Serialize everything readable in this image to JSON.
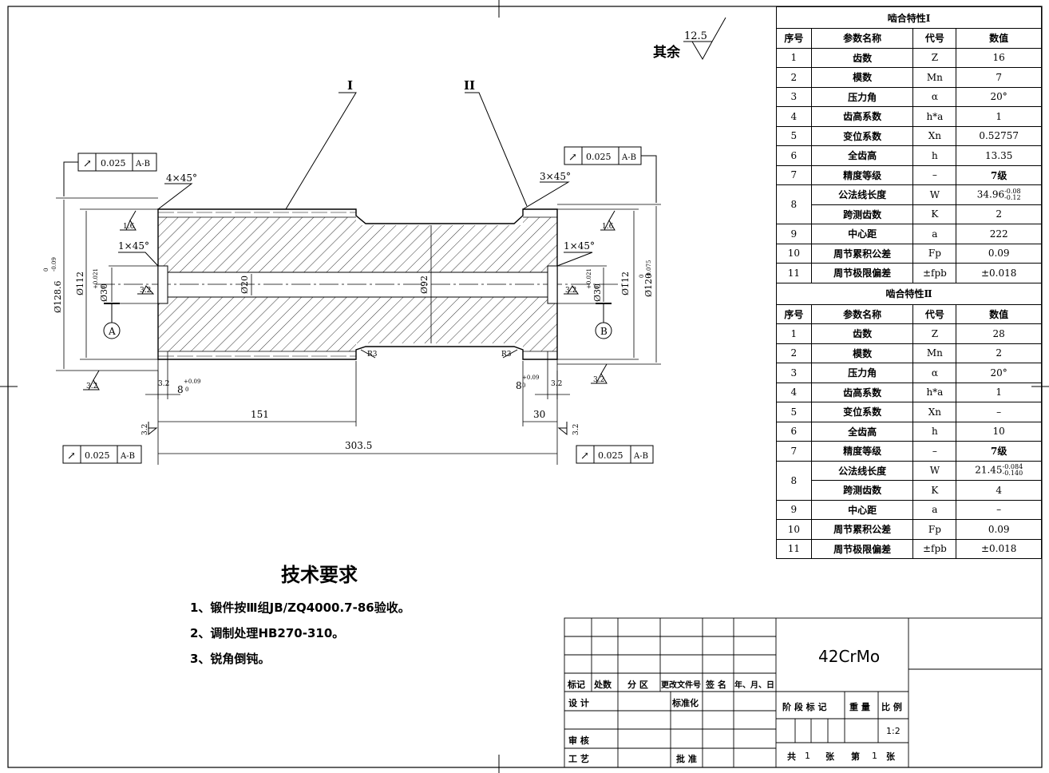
{
  "drawing": {
    "roughness_rest_label": "其余",
    "roughness_rest_value": "12.5",
    "section_labels": [
      "I",
      "II"
    ],
    "chamfer_left_outer": "4×45°",
    "chamfer_right_outer": "3×45°",
    "chamfer_left_inner": "1×45°",
    "chamfer_right_inner": "1×45°",
    "roughness_1_6_left": "1.6",
    "roughness_1_6_right": "1.6",
    "roughness_3_2_a": "3.2",
    "roughness_3_2_b": "3.2",
    "roughness_3_2_c": "3.2",
    "roughness_3_2_d": "3.2",
    "roughness_3_2_e": "3.2",
    "roughness_3_2_f": "3.2",
    "roughness_3_2_g": "3.2",
    "roughness_3_2_h": "3.2",
    "dia_outer_left": "Ø128.6",
    "dia_outer_left_tol_upper": "0",
    "dia_outer_left_tol_lower": "-0.09",
    "dia_112_left": "Ø112",
    "dia_112_right": "Ø112",
    "dia_30_left": "Ø30",
    "dia_30_left_tol_upper": "+0.021",
    "dia_30_left_tol_lower": "0",
    "dia_30_right": "Ø30",
    "dia_30_right_tol_upper": "+0.021",
    "dia_30_right_tol_lower": "0",
    "dia_20": "Ø20",
    "dia_92": "Ø92",
    "dia_outer_right": "Ø120",
    "dia_outer_right_tol_upper": "0",
    "dia_outer_right_tol_lower": "-0.075",
    "datum_a": "A",
    "datum_b": "B",
    "round_r3_left": "R3",
    "round_r3_right": "R3",
    "groove_left": "8",
    "groove_left_tol_upper": "+0.09",
    "groove_left_tol_lower": "0",
    "groove_right": "8",
    "groove_right_tol_upper": "+0.09",
    "groove_right_tol_lower": "0",
    "len_151": "151",
    "len_30": "30",
    "len_303_5": "303.5",
    "runout_value": "0.025",
    "runout_datum": "A-B",
    "runout_symbol": "↗"
  },
  "mesh_table": {
    "section1_title": "啮合特性Ⅰ",
    "section2_title": "啮合特性Ⅱ",
    "headers": [
      "序号",
      "参数名称",
      "代号",
      "数值"
    ],
    "rows1": [
      {
        "no": "1",
        "name": "齿数",
        "code": "Z",
        "value": "16"
      },
      {
        "no": "2",
        "name": "模数",
        "code": "Mn",
        "value": "7"
      },
      {
        "no": "3",
        "name": "压力角",
        "code": "α",
        "value": "20°"
      },
      {
        "no": "4",
        "name": "齿高系数",
        "code": "h*a",
        "value": "1"
      },
      {
        "no": "5",
        "name": "变位系数",
        "code": "Xn",
        "value": "0.52757"
      },
      {
        "no": "6",
        "name": "全齿高",
        "code": "h",
        "value": "13.35"
      },
      {
        "no": "7",
        "name": "精度等级",
        "code": "–",
        "value": "7级"
      },
      {
        "no": "8",
        "name": "公法线长度",
        "code": "W",
        "value": "34.96",
        "tol_upper": "-0.08",
        "tol_lower": "-0.12",
        "name2": "跨测齿数",
        "code2": "K",
        "value2": "2"
      },
      {
        "no": "9",
        "name": "中心距",
        "code": "a",
        "value": "222"
      },
      {
        "no": "10",
        "name": "周节累积公差",
        "code": "Fp",
        "value": "0.09"
      },
      {
        "no": "11",
        "name": "周节极限偏差",
        "code": "±fpb",
        "value": "±0.018"
      }
    ],
    "rows2": [
      {
        "no": "1",
        "name": "齿数",
        "code": "Z",
        "value": "28"
      },
      {
        "no": "2",
        "name": "模数",
        "code": "Mn",
        "value": "2"
      },
      {
        "no": "3",
        "name": "压力角",
        "code": "α",
        "value": "20°"
      },
      {
        "no": "4",
        "name": "齿高系数",
        "code": "h*a",
        "value": "1"
      },
      {
        "no": "5",
        "name": "变位系数",
        "code": "Xn",
        "value": "–"
      },
      {
        "no": "6",
        "name": "全齿高",
        "code": "h",
        "value": "10"
      },
      {
        "no": "7",
        "name": "精度等级",
        "code": "–",
        "value": "7级"
      },
      {
        "no": "8",
        "name": "公法线长度",
        "code": "W",
        "value": "21.45",
        "tol_upper": "-0.084",
        "tol_lower": "-0.140",
        "name2": "跨测齿数",
        "code2": "K",
        "value2": "4"
      },
      {
        "no": "9",
        "name": "中心距",
        "code": "a",
        "value": "–"
      },
      {
        "no": "10",
        "name": "周节累积公差",
        "code": "Fp",
        "value": "0.09"
      },
      {
        "no": "11",
        "name": "周节极限偏差",
        "code": "±fpb",
        "value": "±0.018"
      }
    ]
  },
  "tech": {
    "title": "技术要求",
    "items": [
      "1、锻件按Ⅲ组JB/ZQ4000.7-86验收。",
      "2、调制处理HB270-310。",
      "3、锐角倒钝。"
    ]
  },
  "title_block": {
    "material": "42CrMo",
    "h_mark": "标记",
    "h_count": "处数",
    "h_zone": "分 区",
    "h_doc": "更改文件号",
    "h_sign": "签 名",
    "h_date": "年、月、日",
    "design": "设 计",
    "standard": "标准化",
    "review": "审 核",
    "craft": "工 艺",
    "approve": "批 准",
    "stage_mark": "阶 段 标 记",
    "weight": "重 量",
    "scale_label": "比 例",
    "scale_value": "1:2",
    "total_label": "共",
    "total_value": "1",
    "sheet_unit": "张",
    "sheet_label": "第",
    "sheet_value": "1",
    "sheet_unit2": "张"
  }
}
